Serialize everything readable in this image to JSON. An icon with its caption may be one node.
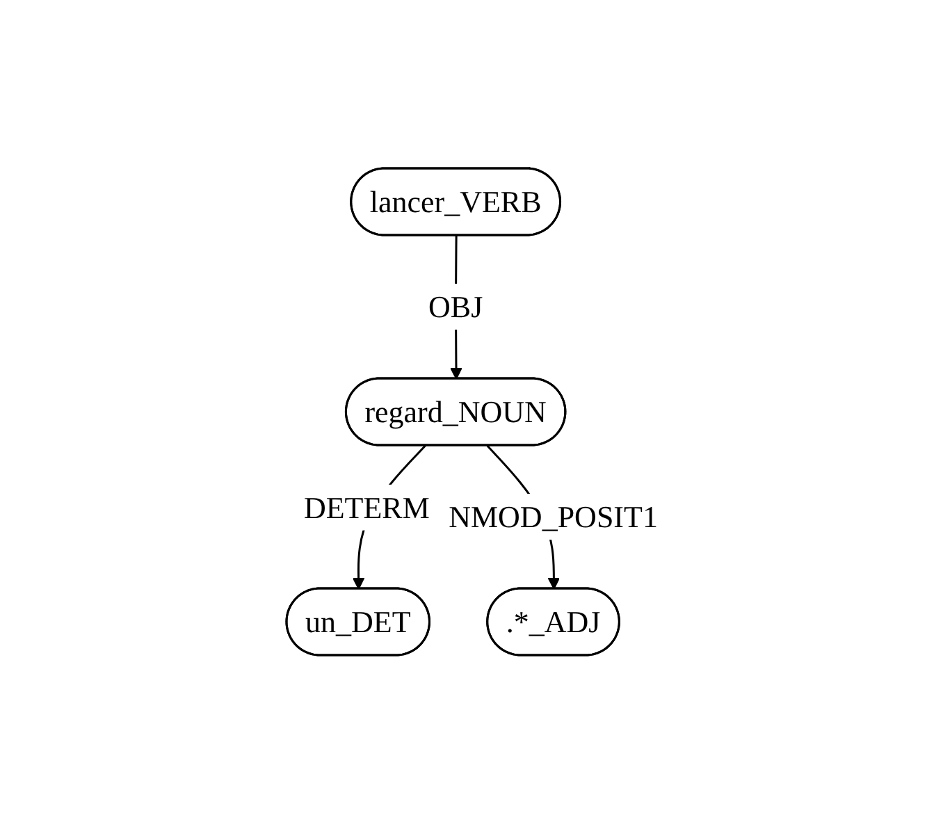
{
  "diagram": {
    "nodes": [
      {
        "text": [
          "lancer_VERB"
        ]
      },
      {
        "text": [
          "regard_NOUN"
        ]
      },
      {
        "text": [
          "un_DET"
        ]
      },
      {
        "text": [
          ".*_ADJ"
        ]
      }
    ],
    "edges": [
      {
        "from": 0,
        "to": 1,
        "arrow": "to",
        "label": "OBJ"
      },
      {
        "from": 1,
        "to": 2,
        "arrow": "to",
        "label": "DETERM"
      },
      {
        "from": 1,
        "to": 3,
        "arrow": "to",
        "label": "NMOD_POSIT1"
      }
    ]
  }
}
